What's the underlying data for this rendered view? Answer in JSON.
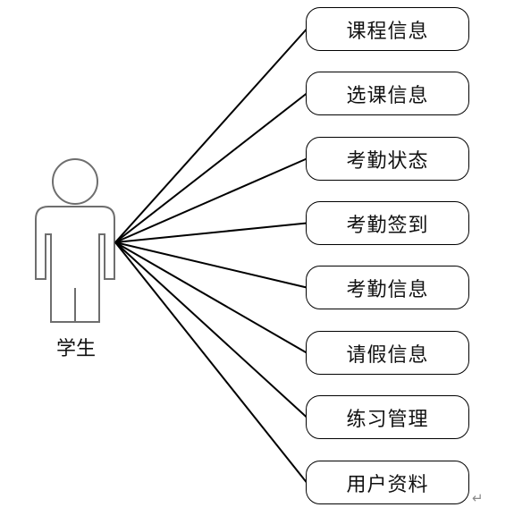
{
  "actor": {
    "label": "学生"
  },
  "use_cases": [
    {
      "label": "课程信息"
    },
    {
      "label": "选课信息"
    },
    {
      "label": "考勤状态"
    },
    {
      "label": "考勤签到"
    },
    {
      "label": "考勤信息"
    },
    {
      "label": "请假信息"
    },
    {
      "label": "练习管理"
    },
    {
      "label": "用户资料"
    }
  ],
  "paragraph_mark": "↵"
}
